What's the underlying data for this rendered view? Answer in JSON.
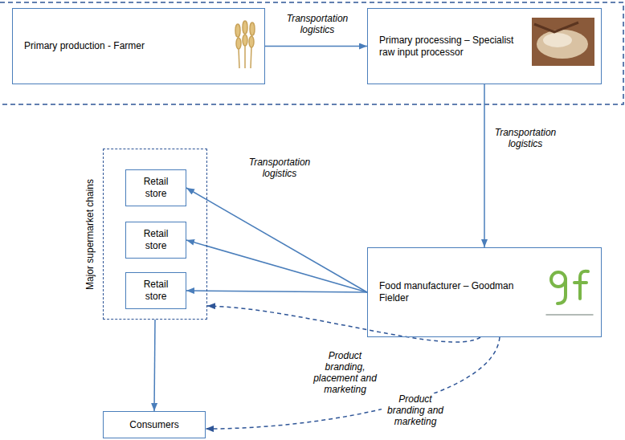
{
  "diagram": {
    "nodes": [
      {
        "text": [
          "Primary production - Farmer"
        ]
      },
      {
        "text": [
          "Primary processing – Specialist raw input processor"
        ]
      },
      {
        "text": [
          "Food manufacturer – Goodman Fielder"
        ]
      },
      {
        "text": [
          "Major supermarket chains"
        ]
      },
      {
        "text": [
          "Retail store"
        ],
        "in": 3
      },
      {
        "text": [
          "Retail store"
        ],
        "in": 3
      },
      {
        "text": [
          "Retail store"
        ],
        "in": 3
      },
      {
        "text": [
          "Consumers"
        ]
      }
    ],
    "edges": [
      {
        "from": 0,
        "to": 1,
        "arrow": "to",
        "label": "Transportation logistics"
      },
      {
        "from": 1,
        "to": 2,
        "arrow": "to",
        "label": "Transportation logistics"
      },
      {
        "from": 2,
        "to": 4,
        "arrow": "to",
        "label": "Transportation logistics"
      },
      {
        "from": 2,
        "to": 5,
        "arrow": "to"
      },
      {
        "from": 2,
        "to": 6,
        "arrow": "to"
      },
      {
        "from": 3,
        "to": 7,
        "arrow": "to"
      },
      {
        "from": 2,
        "to": 3,
        "arrow": "to",
        "label": "Product branding, placement and marketing"
      },
      {
        "from": 2,
        "to": 7,
        "arrow": "to",
        "label": "Product branding and marketing"
      }
    ]
  }
}
